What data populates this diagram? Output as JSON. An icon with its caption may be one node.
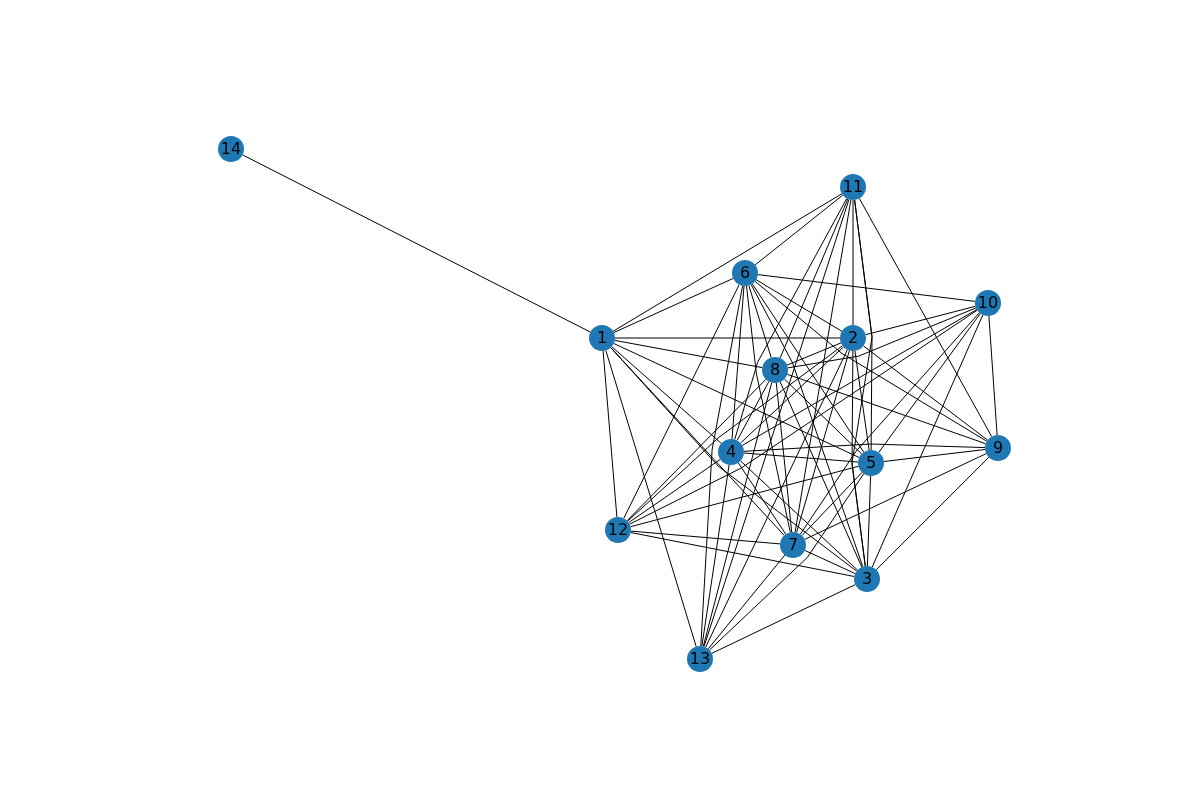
{
  "diagram": {
    "nodes": [
      {
        "text": [
          "14"
        ]
      },
      {
        "text": [
          "11"
        ]
      },
      {
        "text": [
          "6"
        ]
      },
      {
        "text": [
          "10"
        ]
      },
      {
        "text": [
          "1"
        ]
      },
      {
        "text": [
          "2"
        ]
      },
      {
        "text": [
          "8"
        ]
      },
      {
        "text": [
          "9"
        ]
      },
      {
        "text": [
          "4"
        ]
      },
      {
        "text": [
          "5"
        ]
      },
      {
        "text": [
          "12"
        ]
      },
      {
        "text": [
          "7"
        ]
      },
      {
        "text": [
          "3"
        ]
      },
      {
        "text": [
          "13"
        ]
      }
    ],
    "edges": [
      {
        "from": 4,
        "to": 0,
        "arrow": "none"
      },
      {
        "from": 4,
        "to": 1,
        "arrow": "none"
      },
      {
        "from": 4,
        "to": 2,
        "arrow": "none"
      },
      {
        "from": 4,
        "to": 5,
        "arrow": "none"
      },
      {
        "from": 4,
        "to": 6,
        "arrow": "none"
      },
      {
        "from": 4,
        "to": 9,
        "arrow": "none"
      },
      {
        "from": 4,
        "to": 8,
        "arrow": "none"
      },
      {
        "from": 4,
        "to": 11,
        "arrow": "none"
      },
      {
        "from": 4,
        "to": 12,
        "arrow": "none"
      },
      {
        "from": 4,
        "to": 10,
        "arrow": "none"
      },
      {
        "from": 4,
        "to": 13,
        "arrow": "none"
      },
      {
        "from": 1,
        "to": 2,
        "arrow": "none"
      },
      {
        "from": 1,
        "to": 6,
        "arrow": "none"
      },
      {
        "from": 1,
        "to": 8,
        "arrow": "none"
      },
      {
        "from": 1,
        "to": 11,
        "arrow": "none"
      },
      {
        "from": 1,
        "to": 13,
        "arrow": "none"
      },
      {
        "from": 1,
        "to": 5,
        "arrow": "none"
      },
      {
        "from": 1,
        "to": 9,
        "arrow": "none"
      },
      {
        "from": 1,
        "to": 12,
        "arrow": "none"
      },
      {
        "from": 1,
        "to": 7,
        "arrow": "none"
      },
      {
        "from": 2,
        "to": 3,
        "arrow": "none"
      },
      {
        "from": 2,
        "to": 5,
        "arrow": "none"
      },
      {
        "from": 2,
        "to": 7,
        "arrow": "none"
      },
      {
        "from": 2,
        "to": 9,
        "arrow": "none"
      },
      {
        "from": 2,
        "to": 6,
        "arrow": "none"
      },
      {
        "from": 2,
        "to": 11,
        "arrow": "none"
      },
      {
        "from": 2,
        "to": 12,
        "arrow": "none"
      },
      {
        "from": 2,
        "to": 8,
        "arrow": "none"
      },
      {
        "from": 2,
        "to": 13,
        "arrow": "none"
      },
      {
        "from": 2,
        "to": 10,
        "arrow": "none"
      },
      {
        "from": 3,
        "to": 5,
        "arrow": "none"
      },
      {
        "from": 3,
        "to": 6,
        "arrow": "none"
      },
      {
        "from": 3,
        "to": 8,
        "arrow": "none"
      },
      {
        "from": 3,
        "to": 10,
        "arrow": "none"
      },
      {
        "from": 3,
        "to": 9,
        "arrow": "none"
      },
      {
        "from": 3,
        "to": 11,
        "arrow": "none"
      },
      {
        "from": 3,
        "to": 12,
        "arrow": "none"
      },
      {
        "from": 3,
        "to": 7,
        "arrow": "none"
      },
      {
        "from": 5,
        "to": 6,
        "arrow": "none"
      },
      {
        "from": 5,
        "to": 8,
        "arrow": "none"
      },
      {
        "from": 5,
        "to": 10,
        "arrow": "none"
      },
      {
        "from": 5,
        "to": 13,
        "arrow": "none"
      },
      {
        "from": 5,
        "to": 11,
        "arrow": "none"
      },
      {
        "from": 5,
        "to": 9,
        "arrow": "none"
      },
      {
        "from": 5,
        "to": 12,
        "arrow": "none"
      },
      {
        "from": 5,
        "to": 7,
        "arrow": "none"
      },
      {
        "from": 6,
        "to": 8,
        "arrow": "none"
      },
      {
        "from": 6,
        "to": 10,
        "arrow": "none"
      },
      {
        "from": 6,
        "to": 13,
        "arrow": "none"
      },
      {
        "from": 6,
        "to": 11,
        "arrow": "none"
      },
      {
        "from": 6,
        "to": 12,
        "arrow": "none"
      },
      {
        "from": 6,
        "to": 9,
        "arrow": "none"
      },
      {
        "from": 6,
        "to": 7,
        "arrow": "none"
      },
      {
        "from": 8,
        "to": 9,
        "arrow": "none"
      },
      {
        "from": 8,
        "to": 7,
        "arrow": "none"
      },
      {
        "from": 8,
        "to": 11,
        "arrow": "none"
      },
      {
        "from": 8,
        "to": 12,
        "arrow": "none"
      },
      {
        "from": 8,
        "to": 13,
        "arrow": "none"
      },
      {
        "from": 8,
        "to": 10,
        "arrow": "none"
      },
      {
        "from": 9,
        "to": 7,
        "arrow": "none"
      },
      {
        "from": 9,
        "to": 10,
        "arrow": "none"
      },
      {
        "from": 9,
        "to": 11,
        "arrow": "none"
      },
      {
        "from": 9,
        "to": 12,
        "arrow": "none"
      },
      {
        "from": 9,
        "to": 13,
        "arrow": "none"
      },
      {
        "from": 7,
        "to": 11,
        "arrow": "none"
      },
      {
        "from": 7,
        "to": 12,
        "arrow": "none"
      },
      {
        "from": 10,
        "to": 11,
        "arrow": "none"
      },
      {
        "from": 10,
        "to": 12,
        "arrow": "none"
      },
      {
        "from": 11,
        "to": 13,
        "arrow": "none"
      },
      {
        "from": 11,
        "to": 12,
        "arrow": "none"
      },
      {
        "from": 12,
        "to": 13,
        "arrow": "none"
      }
    ]
  }
}
